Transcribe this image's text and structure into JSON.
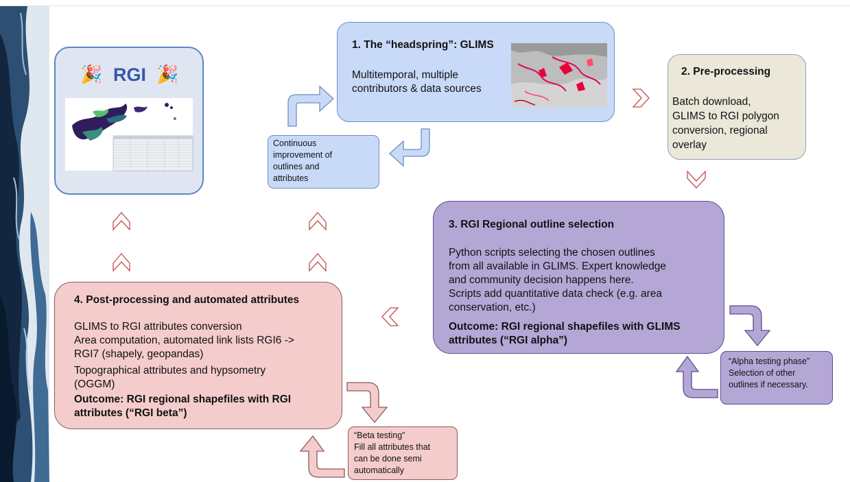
{
  "rgi": {
    "title": "RGI",
    "emoji_left": "🎉",
    "emoji_right": "🎉"
  },
  "glims": {
    "title": "1. The “headspring”: GLIMS",
    "lines": [
      "Multitemporal, multiple",
      "contributors & data sources"
    ]
  },
  "preprocess": {
    "title": "2. Pre-processing",
    "lines": [
      "Batch download,",
      "GLIMS to RGI polygon",
      "conversion, regional",
      "overlay"
    ]
  },
  "continuous": {
    "lines": [
      "Continuous",
      "improvement of",
      "outlines and",
      "attributes"
    ]
  },
  "regional": {
    "title": "3. RGI Regional outline selection",
    "lines": [
      "Python scripts selecting the chosen outlines",
      "from all available in GLIMS. Expert knowledge",
      "and community decision happens here.",
      "Scripts add quantitative data check (e.g. area",
      "conservation, etc.)"
    ],
    "outcome": [
      "Outcome: RGI regional shapefiles with GLIMS",
      "attributes (“RGI alpha”)"
    ]
  },
  "alpha": {
    "lines": [
      "“Alpha testing phase”",
      "Selection of other",
      "outlines if necessary."
    ]
  },
  "post": {
    "title": "4. Post-processing and automated attributes",
    "lines": [
      "GLIMS to RGI attributes conversion",
      "Area computation, automated link lists RGI6 ->",
      "RGI7 (shapely, geopandas)",
      "Topographical attributes and hypsometry",
      "(OGGM)"
    ],
    "outcome": [
      "Outcome: RGI regional shapefiles with RGI",
      "attributes (“RGI beta”)"
    ]
  },
  "beta": {
    "lines": [
      "“Beta testing”",
      "Fill all attributes that",
      "can be done semi",
      "automatically"
    ]
  },
  "colors": {
    "rgi_box": "#dfe6f1",
    "rgi_border": "#5b86c5",
    "glims_box": "#c9daf8",
    "glims_border": "#6d8fbf",
    "pre_box": "#ebe8d9",
    "pre_border": "#8ea2b8",
    "regional_box": "#b4a7d6",
    "regional_border": "#5a4d8e",
    "post_box": "#f4cccc",
    "post_border": "#8a5a5a",
    "arrow_red": "#c0504d"
  }
}
